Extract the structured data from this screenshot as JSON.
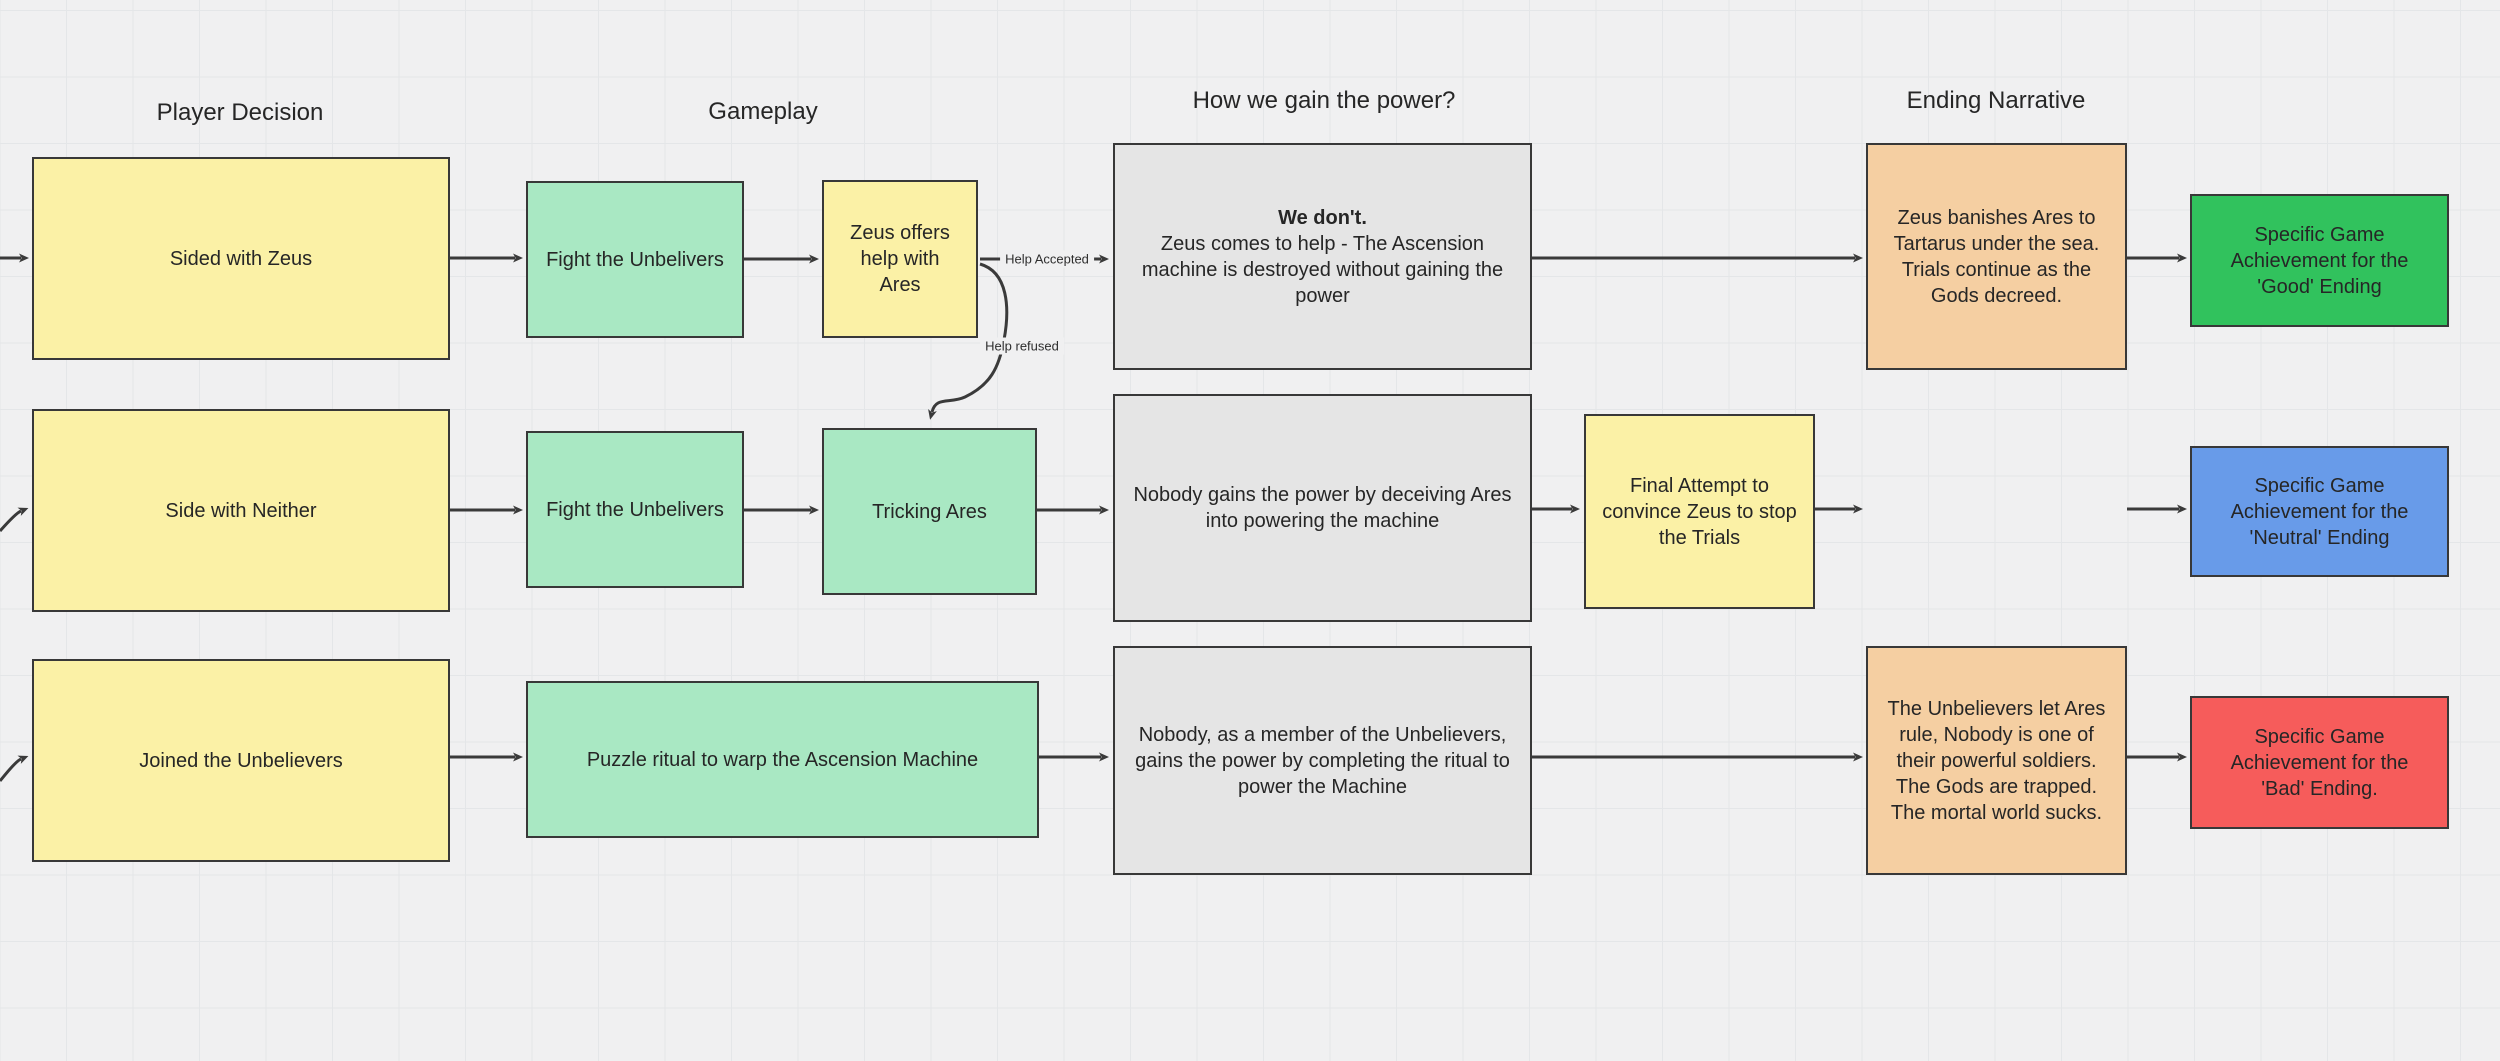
{
  "palette": {
    "canvas": "#f0f0f1",
    "grid_line": "#e4e6e8",
    "yellow": "#fbf1a6",
    "mint": "#a9e8c3",
    "gray": "#e5e5e5",
    "tan": "#f5cfa2",
    "green": "#31c25d",
    "blue": "#689be9",
    "red": "#f65c5b",
    "connector": "#3a3a3a"
  },
  "headers": [
    "Player Decision",
    "Gameplay",
    "How we gain the power?",
    "Ending Narrative"
  ],
  "nodes": {
    "sided_with_zeus": {
      "label": "Sided with Zeus"
    },
    "fight_unbelivers_1": {
      "label": "Fight the Unbelivers"
    },
    "zeus_offers_help": {
      "label": "Zeus offers help with Ares"
    },
    "we_dont": {
      "title": "We don't.",
      "body": "Zeus comes to help - The Ascension machine is destroyed without gaining the power"
    },
    "zeus_banishes": {
      "label": "Zeus banishes Ares to Tartarus under the sea. Trials continue as the Gods decreed."
    },
    "good_ending": {
      "label": "Specific Game Achievement for the 'Good' Ending"
    },
    "side_with_neither": {
      "label": "Side with Neither"
    },
    "fight_unbelivers_2": {
      "label": "Fight the Unbelivers"
    },
    "tricking_ares": {
      "label": "Tricking Ares"
    },
    "nobody_deceives": {
      "label": "Nobody gains the power by deceiving Ares into powering the machine"
    },
    "final_attempt": {
      "label": "Final Attempt to convince Zeus to stop the Trials"
    },
    "neutral_ending": {
      "label": "Specific Game Achievement for the 'Neutral' Ending"
    },
    "joined_unbelievers": {
      "label": "Joined the Unbelievers"
    },
    "puzzle_ritual": {
      "label": "Puzzle ritual to warp the Ascension Machine"
    },
    "nobody_ritual": {
      "label": "Nobody, as a member of the Unbelievers, gains the power by completing the ritual to power the Machine"
    },
    "unbelievers_rule": {
      "label": "The Unbelievers let Ares rule, Nobody is one of their powerful soldiers. The Gods are trapped. The mortal world sucks."
    },
    "bad_ending": {
      "label": "Specific Game Achievement for the 'Bad' Ending."
    }
  },
  "edge_labels": {
    "help_accepted": "Help Accepted",
    "help_refused": "Help refused"
  }
}
